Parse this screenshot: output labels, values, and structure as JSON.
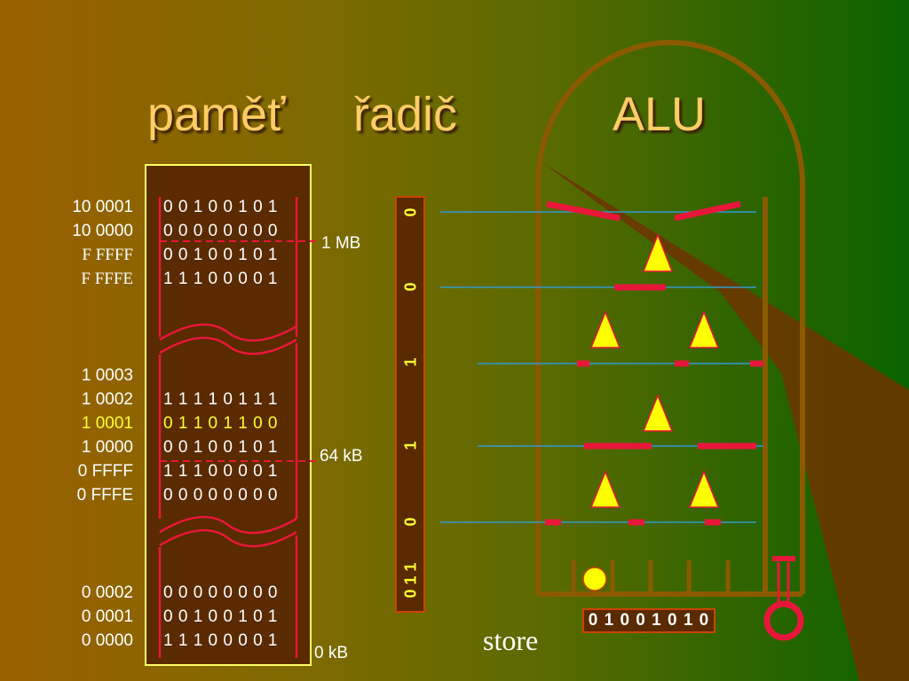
{
  "titles": {
    "memory": "paměť",
    "controller": "řadič",
    "alu": "ALU"
  },
  "memory_rows": [
    {
      "address": "10 0001",
      "bits": "0 0 1 0 0 1 0 1",
      "highlight": false
    },
    {
      "address": "10 0000",
      "bits": "0 0 0 0 0 0 0 0",
      "highlight": false
    },
    {
      "address": "F FFFF",
      "bits": "0 0 1 0 0 1 0 1",
      "highlight": false
    },
    {
      "address": "F FFFE",
      "bits": "1 1 1 0 0 0 0 1",
      "highlight": false
    },
    {
      "address": "1 0003",
      "bits": "",
      "highlight": false
    },
    {
      "address": "1 0002",
      "bits": "1 1 1 1 0 1 1 1",
      "highlight": false
    },
    {
      "address": "1 0001",
      "bits": "0 1 1 0 1 1 0 0",
      "highlight": true
    },
    {
      "address": "1 0000",
      "bits": "0 0 1 0 0 1 0 1",
      "highlight": false
    },
    {
      "address": "0 FFFF",
      "bits": "1 1 1 0 0 0 0 1",
      "highlight": false
    },
    {
      "address": "0 FFFE",
      "bits": "0 0 0 0 0 0 0 0",
      "highlight": false
    },
    {
      "address": "0 0002",
      "bits": "0 0 0 0 0 0 0 0",
      "highlight": false
    },
    {
      "address": "0 0001",
      "bits": "0 0 1 0 0 1 0 1",
      "highlight": false
    },
    {
      "address": "0 0000",
      "bits": "1 1 1 0 0 0 0 1",
      "highlight": false
    }
  ],
  "size_markers": {
    "top": "1 MB",
    "middle": "64 kB",
    "bottom": "0 kB"
  },
  "register_bits": [
    "0",
    "0",
    "1",
    "1",
    "0",
    "0 1 1"
  ],
  "output_register": "0 1 0 0 1 0 1 0",
  "store_label": "store",
  "colors": {
    "gate_red": "#e8173a",
    "triangle_yellow": "#ffff00",
    "highlight_yellow": "#ffff33",
    "memory_fill": "#5a2a00",
    "frame_brown": "#8b5a00",
    "wire_blue": "#3399cc"
  }
}
